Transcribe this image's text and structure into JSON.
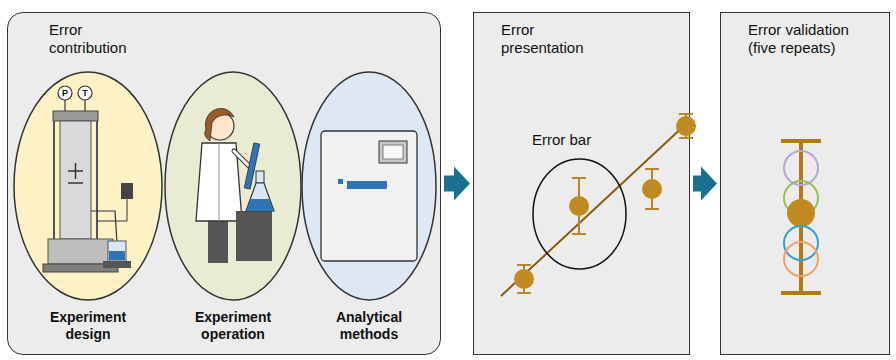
{
  "diagram": {
    "nodes": [
      {
        "text": [
          "Error contribution"
        ]
      },
      {
        "text": [
          "Experiment design"
        ],
        "in": 0
      },
      {
        "text": [
          "Experiment operation"
        ],
        "in": 0
      },
      {
        "text": [
          "Analytical methods"
        ],
        "in": 0
      },
      {
        "text": [
          "Error presentation"
        ]
      },
      {
        "text": [
          "Error bar"
        ],
        "in": 4
      },
      {
        "text": [
          "Error validation (five repeats)"
        ]
      }
    ],
    "edges": [
      {
        "from": 0,
        "to": 4,
        "arrow": "to"
      },
      {
        "from": 4,
        "to": 6,
        "arrow": "to"
      }
    ],
    "labels": [
      "P",
      "T"
    ]
  }
}
